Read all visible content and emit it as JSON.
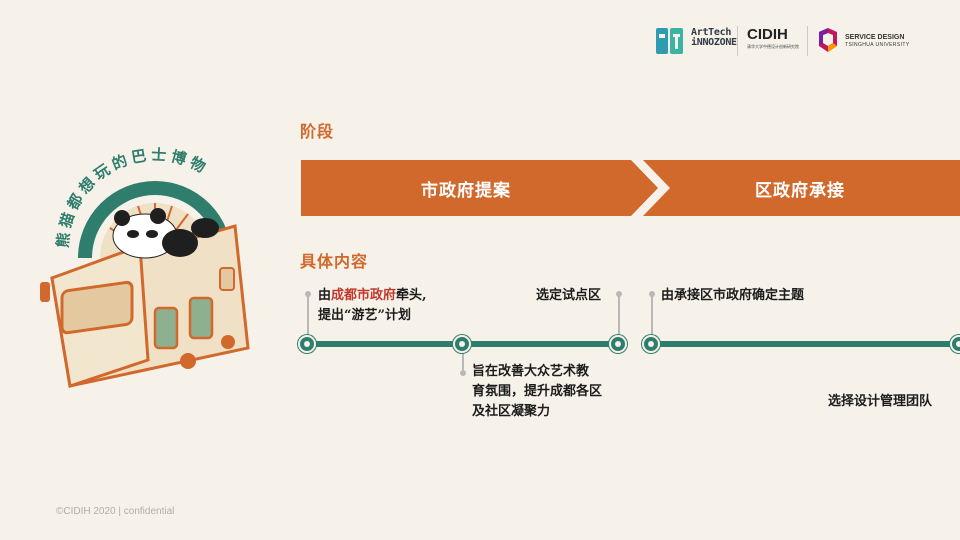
{
  "header": {
    "logo_arttech_line1": "ArtTech",
    "logo_arttech_line2": "iNNOZONE",
    "logo_cidih": "CIDIH",
    "logo_cidih_sub": "清华大学中德设计创新研究院",
    "logo_sd_line1": "SERVICE DESIGN",
    "logo_sd_line2": "TSINGHUA UNIVERSITY"
  },
  "illustration": {
    "arc_text": "熊猫都想玩的巴士博物",
    "colors": {
      "orange": "#d2692c",
      "teal": "#2f7d6c",
      "cream": "#efe0c6"
    }
  },
  "sections": {
    "stage_title": "阶段",
    "content_title": "具体内容"
  },
  "stages": [
    {
      "label": "市政府提案"
    },
    {
      "label": "区政府承接"
    }
  ],
  "notes": {
    "n1_prefix": "由",
    "n1_highlight": "成都市政府",
    "n1_suffix": "牵头,",
    "n1_line2": "提出“游艺”计划",
    "n2": "选定试点区",
    "n3_line1": "旨在改善大众艺术教",
    "n3_line2": "育氛围，提升成都各区",
    "n3_line3": "及社区凝聚力",
    "n4": "由承接区市政府确定主题",
    "n5": "选择设计管理团队"
  },
  "footer": {
    "text": "©CIDIH 2020 | confidential"
  },
  "colors": {
    "background": "#f6f2ea",
    "accent_orange": "#d2692c",
    "timeline_teal": "#2f7d6c",
    "highlight_red": "#c0392b"
  }
}
